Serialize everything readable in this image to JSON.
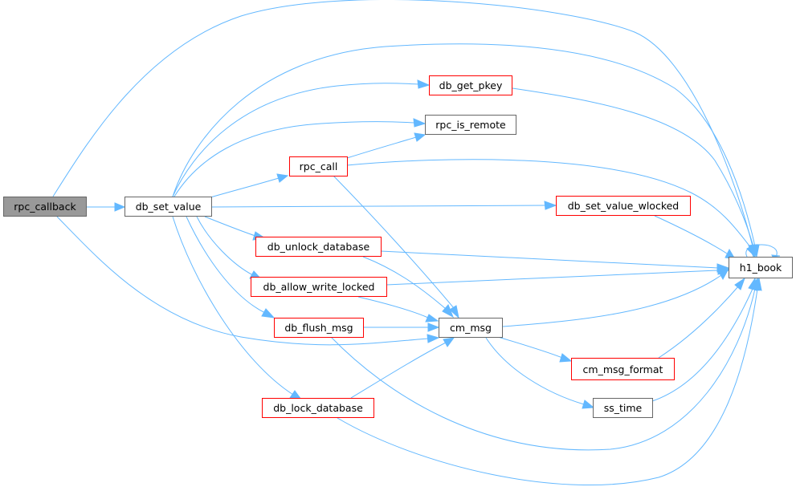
{
  "colors": {
    "edge": "#63b8ff",
    "selected_fill": "#999999",
    "selected_stroke": "#666666",
    "red_border": "#ff0000",
    "plain_border": "#666666",
    "node_fill": "#ffffff"
  },
  "nodes": {
    "rpc_callback": {
      "label": "rpc_callback",
      "style": "selected"
    },
    "db_set_value": {
      "label": "db_set_value",
      "style": "plain"
    },
    "db_get_pkey": {
      "label": "db_get_pkey",
      "style": "red"
    },
    "rpc_is_remote": {
      "label": "rpc_is_remote",
      "style": "plain"
    },
    "rpc_call": {
      "label": "rpc_call",
      "style": "red"
    },
    "db_set_value_wlocked": {
      "label": "db_set_value_wlocked",
      "style": "red"
    },
    "db_unlock_database": {
      "label": "db_unlock_database",
      "style": "red"
    },
    "db_allow_write_locked": {
      "label": "db_allow_write_locked",
      "style": "red"
    },
    "db_flush_msg": {
      "label": "db_flush_msg",
      "style": "red"
    },
    "cm_msg": {
      "label": "cm_msg",
      "style": "plain"
    },
    "db_lock_database": {
      "label": "db_lock_database",
      "style": "red"
    },
    "cm_msg_format": {
      "label": "cm_msg_format",
      "style": "red"
    },
    "ss_time": {
      "label": "ss_time",
      "style": "plain"
    },
    "h1_book": {
      "label": "h1_book",
      "style": "plain"
    }
  },
  "edges": [
    {
      "from": "rpc_callback",
      "to": "db_set_value"
    },
    {
      "from": "rpc_callback",
      "to": "h1_book"
    },
    {
      "from": "rpc_callback",
      "to": "cm_msg"
    },
    {
      "from": "db_set_value",
      "to": "db_get_pkey"
    },
    {
      "from": "db_set_value",
      "to": "rpc_is_remote"
    },
    {
      "from": "db_set_value",
      "to": "rpc_call"
    },
    {
      "from": "db_set_value",
      "to": "db_set_value_wlocked"
    },
    {
      "from": "db_set_value",
      "to": "db_unlock_database"
    },
    {
      "from": "db_set_value",
      "to": "db_allow_write_locked"
    },
    {
      "from": "db_set_value",
      "to": "db_flush_msg"
    },
    {
      "from": "db_set_value",
      "to": "db_lock_database"
    },
    {
      "from": "db_set_value",
      "to": "h1_book"
    },
    {
      "from": "db_get_pkey",
      "to": "h1_book"
    },
    {
      "from": "rpc_call",
      "to": "rpc_is_remote"
    },
    {
      "from": "rpc_call",
      "to": "h1_book"
    },
    {
      "from": "rpc_call",
      "to": "cm_msg"
    },
    {
      "from": "db_set_value_wlocked",
      "to": "h1_book"
    },
    {
      "from": "db_unlock_database",
      "to": "h1_book"
    },
    {
      "from": "db_unlock_database",
      "to": "cm_msg"
    },
    {
      "from": "db_allow_write_locked",
      "to": "h1_book"
    },
    {
      "from": "db_allow_write_locked",
      "to": "cm_msg"
    },
    {
      "from": "db_flush_msg",
      "to": "cm_msg"
    },
    {
      "from": "db_flush_msg",
      "to": "h1_book"
    },
    {
      "from": "db_lock_database",
      "to": "cm_msg"
    },
    {
      "from": "db_lock_database",
      "to": "h1_book"
    },
    {
      "from": "cm_msg",
      "to": "h1_book"
    },
    {
      "from": "cm_msg",
      "to": "cm_msg_format"
    },
    {
      "from": "cm_msg",
      "to": "ss_time"
    },
    {
      "from": "cm_msg_format",
      "to": "h1_book"
    },
    {
      "from": "ss_time",
      "to": "h1_book"
    },
    {
      "from": "h1_book",
      "to": "h1_book"
    }
  ]
}
